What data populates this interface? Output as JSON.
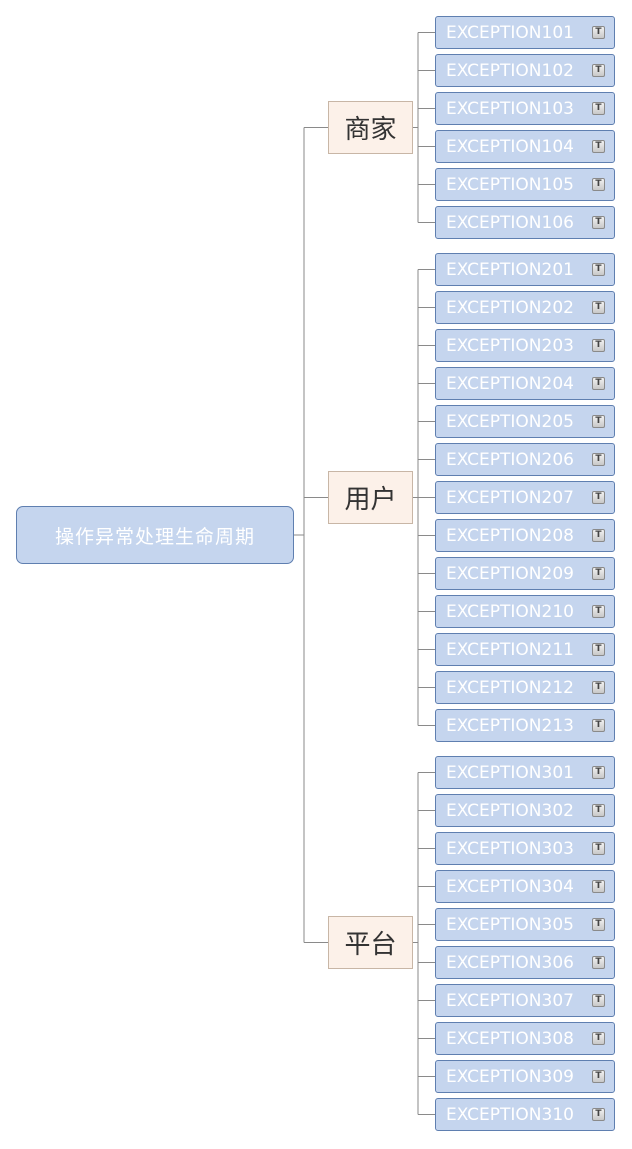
{
  "root": {
    "label": "操作异常处理生命周期"
  },
  "branches": [
    {
      "label": "商家",
      "items": [
        "EXCEPTION101",
        "EXCEPTION102",
        "EXCEPTION103",
        "EXCEPTION104",
        "EXCEPTION105",
        "EXCEPTION106"
      ]
    },
    {
      "label": "用户",
      "items": [
        "EXCEPTION201",
        "EXCEPTION202",
        "EXCEPTION203",
        "EXCEPTION204",
        "EXCEPTION205",
        "EXCEPTION206",
        "EXCEPTION207",
        "EXCEPTION208",
        "EXCEPTION209",
        "EXCEPTION210",
        "EXCEPTION211",
        "EXCEPTION212",
        "EXCEPTION213"
      ]
    },
    {
      "label": "平台",
      "items": [
        "EXCEPTION301",
        "EXCEPTION302",
        "EXCEPTION303",
        "EXCEPTION304",
        "EXCEPTION305",
        "EXCEPTION306",
        "EXCEPTION307",
        "EXCEPTION308",
        "EXCEPTION309",
        "EXCEPTION310"
      ]
    }
  ],
  "topic_icon": {
    "name": "text-note-icon",
    "glyph": "T"
  },
  "colors": {
    "leaf_fill": "#c5d5ee",
    "leaf_border": "#5f7fb0",
    "branch_fill": "#fcf1e9",
    "branch_border": "#c8b6a6",
    "connector": "#8a8a8a"
  }
}
